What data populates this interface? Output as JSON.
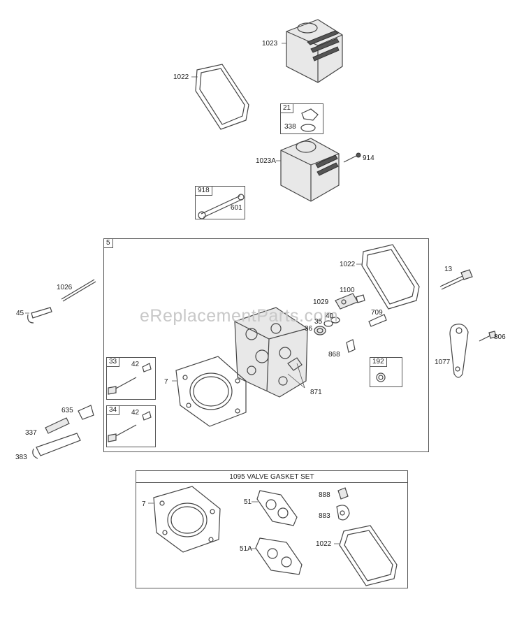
{
  "watermark": "eReplacementParts.com",
  "sections": {
    "main_group": {
      "id": "5"
    },
    "valve_gasket_kit": {
      "title": "1095 VALVE GASKET SET"
    }
  },
  "callouts": {
    "box_21": {
      "id": "21",
      "items": [
        "338"
      ]
    },
    "box_918": {
      "id": "918",
      "items": [
        "601"
      ]
    },
    "box_33": {
      "id": "33",
      "items": [
        "42"
      ]
    },
    "box_34": {
      "id": "34",
      "items": [
        "42"
      ]
    },
    "box_192": {
      "id": "192",
      "items": []
    }
  },
  "labels": {
    "l1023": "1023",
    "l1022_top": "1022",
    "l1023A": "1023A",
    "l914": "914",
    "l1022_mid": "1022",
    "l13": "13",
    "l1026": "1026",
    "l45": "45",
    "l1100": "1100",
    "l1029": "1029",
    "l35": "35",
    "l40": "40",
    "l36": "36",
    "l709": "709",
    "l868": "868",
    "l806": "806",
    "l1077": "1077",
    "l7_mid": "7",
    "l871": "871",
    "l635": "635",
    "l337": "337",
    "l383": "383",
    "l7_kit": "7",
    "l51": "51",
    "l51A": "51A",
    "l888": "888",
    "l883": "883",
    "l1022_kit": "1022"
  }
}
